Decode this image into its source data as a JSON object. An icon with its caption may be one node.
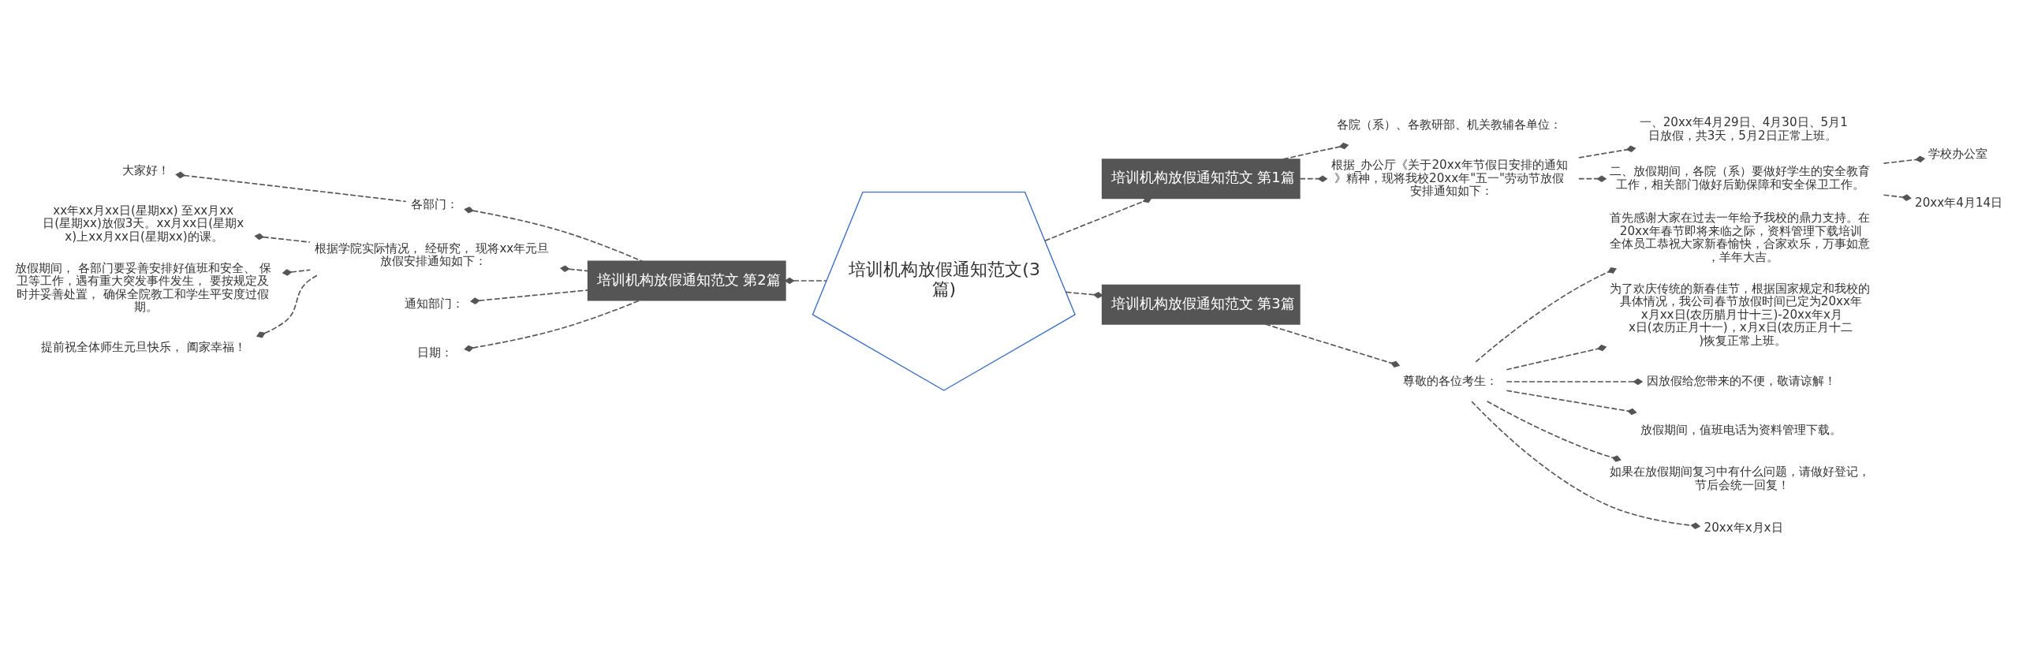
{
  "diagram": {
    "nodes": [
      {
        "text": [
          "培训机构放假通知范文(3篇)"
        ]
      },
      {
        "text": [
          "培训机构放假通知范文 第1篇"
        ]
      },
      {
        "text": [
          "各院（系）、各教研部、机关教辅各单位："
        ]
      },
      {
        "text": [
          "根据_办公厅《关于20xx年节假日安排的通知》精神，现将我校20xx年\"五一\"劳动节放假安排通知如下："
        ]
      },
      {
        "text": [
          "一、20xx年4月29日、4月30日、5月1日放假，共3天，5月2日正常上班。"
        ]
      },
      {
        "text": [
          "二、放假期间，各院（系）要做好学生的安全教育工作，相关部门做好后勤保障和安全保卫工作。"
        ]
      },
      {
        "text": [
          "学校办公室"
        ]
      },
      {
        "text": [
          "20xx年4月14日"
        ]
      },
      {
        "text": [
          "培训机构放假通知范文 第2篇"
        ]
      },
      {
        "text": [
          "各部门："
        ]
      },
      {
        "text": [
          "大家好！"
        ]
      },
      {
        "text": [
          "根据学院实际情况， 经研究， 现将xx年元旦放假安排通知如下："
        ]
      },
      {
        "text": [
          "xx年xx月xx日(星期xx) 至xx月xx日(星期xx)放假3天。xx月xx日(星期xx)上xx月xx日(星期xx)的课。"
        ]
      },
      {
        "text": [
          "放假期间， 各部门要妥善安排好值班和安全、 保卫等工作，遇有重大突发事件发生， 要按规定及时并妥善处置， 确保全院教工和学生平安度过假期。"
        ]
      },
      {
        "text": [
          "提前祝全体师生元旦快乐， 阖家幸福！"
        ]
      },
      {
        "text": [
          "通知部门："
        ]
      },
      {
        "text": [
          "日期："
        ]
      },
      {
        "text": [
          "培训机构放假通知范文 第3篇"
        ]
      },
      {
        "text": [
          "尊敬的各位考生："
        ]
      },
      {
        "text": [
          "首先感谢大家在过去一年给予我校的鼎力支持。在20xx年春节即将来临之际，资料管理下载培训全体员工恭祝大家新春愉快，合家欢乐，万事如意，羊年大吉。"
        ]
      },
      {
        "text": [
          "为了欢庆传统的新春佳节，根据国家规定和我校的具体情况，我公司春节放假时间已定为20xx年x月xx日(农历腊月廿十三)-20xx年x月x日(农历正月十一)，x月x日(农历正月十二)恢复正常上班。"
        ]
      },
      {
        "text": [
          "因放假给您带来的不便，敬请谅解！"
        ]
      },
      {
        "text": [
          "放假期间，值班电话为资料管理下载。"
        ]
      },
      {
        "text": [
          "如果在放假期间复习中有什么问题，请做好登记，节后会统一回复！"
        ]
      },
      {
        "text": [
          "20xx年x月x日"
        ]
      }
    ],
    "edges": [
      {
        "from": 0,
        "to": 1,
        "arrow": "other",
        "style": "dashed"
      },
      {
        "from": 1,
        "to": 2,
        "arrow": "other",
        "style": "dashed"
      },
      {
        "from": 1,
        "to": 3,
        "arrow": "other",
        "style": "dashed"
      },
      {
        "from": 3,
        "to": 4,
        "arrow": "other",
        "style": "dashed"
      },
      {
        "from": 3,
        "to": 5,
        "arrow": "other",
        "style": "dashed"
      },
      {
        "from": 5,
        "to": 6,
        "arrow": "other",
        "style": "dashed"
      },
      {
        "from": 5,
        "to": 7,
        "arrow": "other",
        "style": "dashed"
      },
      {
        "from": 0,
        "to": 8,
        "arrow": "other",
        "style": "dashed"
      },
      {
        "from": 8,
        "to": 9,
        "arrow": "other",
        "style": "dashed"
      },
      {
        "from": 9,
        "to": 10,
        "arrow": "other",
        "style": "dashed"
      },
      {
        "from": 8,
        "to": 11,
        "arrow": "other",
        "style": "dashed"
      },
      {
        "from": 11,
        "to": 12,
        "arrow": "other",
        "style": "dashed"
      },
      {
        "from": 11,
        "to": 13,
        "arrow": "other",
        "style": "dashed"
      },
      {
        "from": 11,
        "to": 14,
        "arrow": "other",
        "style": "dashed"
      },
      {
        "from": 8,
        "to": 15,
        "arrow": "other",
        "style": "dashed"
      },
      {
        "from": 8,
        "to": 16,
        "arrow": "other",
        "style": "dashed"
      },
      {
        "from": 0,
        "to": 17,
        "arrow": "other",
        "style": "dashed"
      },
      {
        "from": 17,
        "to": 18,
        "arrow": "other",
        "style": "dashed"
      },
      {
        "from": 18,
        "to": 19,
        "arrow": "other",
        "style": "dashed"
      },
      {
        "from": 18,
        "to": 20,
        "arrow": "other",
        "style": "dashed"
      },
      {
        "from": 18,
        "to": 21,
        "arrow": "other",
        "style": "dashed"
      },
      {
        "from": 18,
        "to": 22,
        "arrow": "other",
        "style": "dashed"
      },
      {
        "from": 18,
        "to": 23,
        "arrow": "other",
        "style": "dashed"
      },
      {
        "from": 18,
        "to": 24,
        "arrow": "other",
        "style": "dashed"
      }
    ]
  }
}
